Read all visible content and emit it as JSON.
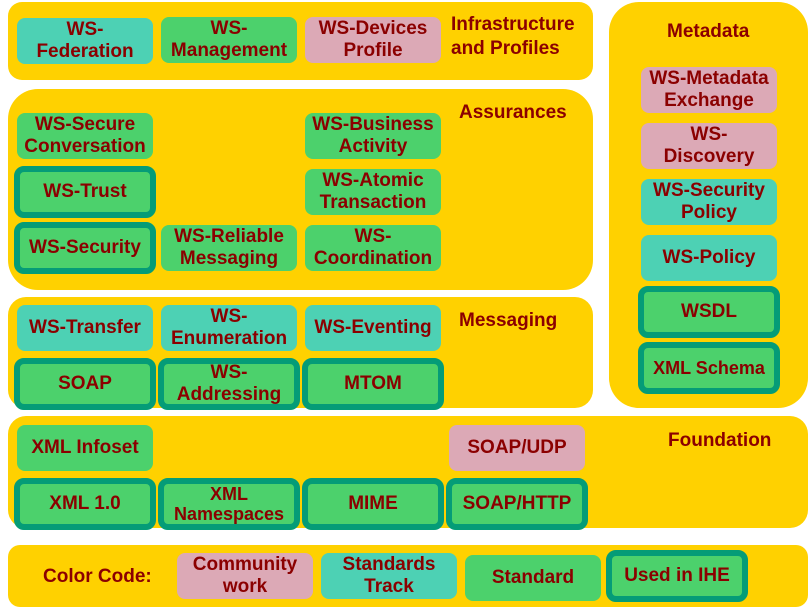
{
  "title": "WS-* Web Services Specification Stack",
  "colors": {
    "panel": "#ffd100",
    "community_work": "#dca9b6",
    "standards_track": "#4dd1b4",
    "standard": "#4cd16c",
    "used_in_ihe_border": "#059c77",
    "text": "#8b0000"
  },
  "infrastructure": {
    "title": "Infrastructure\nand Profiles",
    "items": [
      {
        "label": "WS-\nFederation",
        "category": "standards_track"
      },
      {
        "label": "WS-\nManagement",
        "category": "standard"
      },
      {
        "label": "WS-Devices\nProfile",
        "category": "community_work"
      }
    ]
  },
  "assurances": {
    "title": "Assurances",
    "items": [
      {
        "label": "WS-Secure\nConversation",
        "category": "standard"
      },
      {
        "label": "WS-Trust",
        "category": "used_in_ihe"
      },
      {
        "label": "WS-Security",
        "category": "used_in_ihe"
      },
      {
        "label": "WS-Reliable\nMessaging",
        "category": "standard"
      },
      {
        "label": "WS-Business\nActivity",
        "category": "standard"
      },
      {
        "label": "WS-Atomic\nTransaction",
        "category": "standard"
      },
      {
        "label": "WS-\nCoordination",
        "category": "standard"
      }
    ]
  },
  "messaging": {
    "title": "Messaging",
    "items": [
      {
        "label": "WS-Transfer",
        "category": "standards_track"
      },
      {
        "label": "WS-\nEnumeration",
        "category": "standards_track"
      },
      {
        "label": "WS-Eventing",
        "category": "standards_track"
      },
      {
        "label": "SOAP",
        "category": "used_in_ihe"
      },
      {
        "label": "WS-\nAddressing",
        "category": "used_in_ihe"
      },
      {
        "label": "MTOM",
        "category": "used_in_ihe"
      }
    ]
  },
  "metadata": {
    "title": "Metadata",
    "items": [
      {
        "label": "WS-Metadata\nExchange",
        "category": "community_work"
      },
      {
        "label": "WS-\nDiscovery",
        "category": "community_work"
      },
      {
        "label": "WS-Security\nPolicy",
        "category": "standards_track"
      },
      {
        "label": "WS-Policy",
        "category": "standards_track"
      },
      {
        "label": "WSDL",
        "category": "used_in_ihe"
      },
      {
        "label": "XML Schema",
        "category": "used_in_ihe"
      }
    ]
  },
  "foundation": {
    "title": "Foundation",
    "items": [
      {
        "label": "XML Infoset",
        "category": "standard"
      },
      {
        "label": "SOAP/UDP",
        "category": "community_work"
      },
      {
        "label": "XML 1.0",
        "category": "used_in_ihe"
      },
      {
        "label": "XML\nNamespaces",
        "category": "used_in_ihe"
      },
      {
        "label": "MIME",
        "category": "used_in_ihe"
      },
      {
        "label": "SOAP/HTTP",
        "category": "used_in_ihe"
      }
    ]
  },
  "legend": {
    "title": "Color Code:",
    "items": [
      {
        "label": "Community\nwork",
        "category": "community_work"
      },
      {
        "label": "Standards\nTrack",
        "category": "standards_track"
      },
      {
        "label": "Standard",
        "category": "standard"
      },
      {
        "label": "Used in IHE",
        "category": "used_in_ihe"
      }
    ]
  }
}
